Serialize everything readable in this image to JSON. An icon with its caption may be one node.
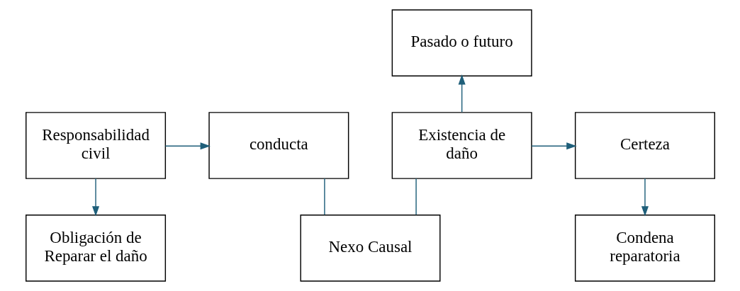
{
  "diagram": {
    "nodes": [
      {
        "text": [
          "Responsabilidad civil"
        ]
      },
      {
        "text": [
          "conducta"
        ]
      },
      {
        "text": [
          "Pasado o futuro"
        ]
      },
      {
        "text": [
          "Existencia de daño"
        ]
      },
      {
        "text": [
          "Certeza"
        ]
      },
      {
        "text": [
          "Obligación de Reparar el daño"
        ]
      },
      {
        "text": [
          "Nexo Causal"
        ]
      },
      {
        "text": [
          "Condena reparatoria"
        ]
      }
    ],
    "edges": [
      {
        "from": 0,
        "to": 1,
        "arrow": "to"
      },
      {
        "from": 3,
        "to": 2,
        "arrow": "to"
      },
      {
        "from": 3,
        "to": 4,
        "arrow": "to"
      },
      {
        "from": 0,
        "to": 5,
        "arrow": "to"
      },
      {
        "from": 1,
        "to": 6,
        "arrow": "none"
      },
      {
        "from": 3,
        "to": 6,
        "arrow": "none"
      },
      {
        "from": 4,
        "to": 7,
        "arrow": "to"
      }
    ]
  }
}
